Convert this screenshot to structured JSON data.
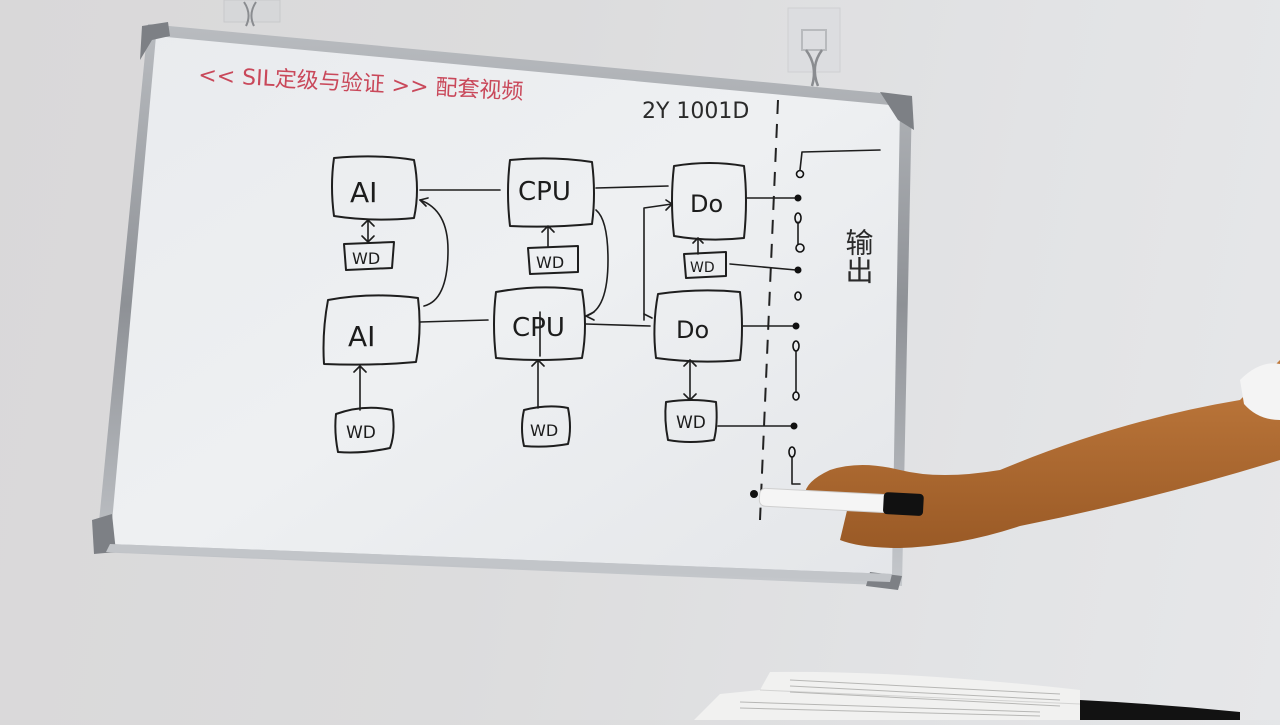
{
  "scene": {
    "description": "Whiteboard on a wall with a hand-drawn safety system architecture diagram; a hand holds a marker pointing at the board; an open book is at the bottom right"
  },
  "whiteboard": {
    "title": "<< SIL定级与验证 >> 配套视频",
    "code": "2Y 1001D",
    "side_label": "输出",
    "colors": {
      "title_ink": "#c9485a",
      "diagram_ink": "#1e1e1e",
      "board": "#eceef1",
      "frame": "#9a9ea3"
    },
    "modules": {
      "row1": [
        {
          "label": "AI",
          "watchdog": "WD"
        },
        {
          "label": "CPU",
          "watchdog": "WD"
        },
        {
          "label": "DO",
          "watchdog": "WD"
        }
      ],
      "row2": [
        {
          "label": "AI",
          "watchdog": "WD"
        },
        {
          "label": "CPU",
          "watchdog": "WD"
        },
        {
          "label": "DO",
          "watchdog": "WD"
        }
      ]
    },
    "module_text": {
      "ai_top": "AI",
      "cpu_top": "CPU",
      "do_top": "Do",
      "ai_bottom": "AI",
      "cpu_bottom": "CPU",
      "do_bottom": "Do",
      "wd": "WD"
    }
  },
  "book": {
    "state": "open"
  },
  "person": {
    "action": "holding a whiteboard marker"
  }
}
